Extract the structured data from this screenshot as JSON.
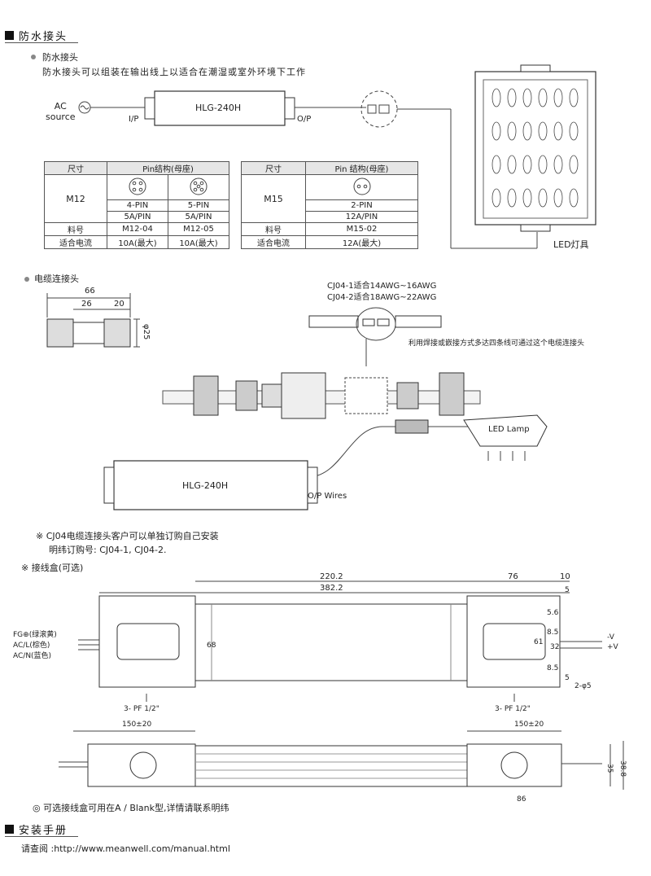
{
  "sections": {
    "waterproof_title": "防水接头",
    "install_title": "安装手册"
  },
  "waterproof": {
    "subtitle": "防水接头",
    "desc": "防水接头可以组装在输出线上以适合在潮湿或室外环境下工作",
    "ac_source_1": "AC",
    "ac_source_2": "source",
    "driver_label": "HLG-240H",
    "ip_label": "I/P",
    "op_label": "O/P",
    "led_fixture": "LED灯具"
  },
  "table_m12": {
    "col1": "尺寸",
    "col2": "Pin结构(母座)",
    "size": "M12",
    "pin4": "4-PIN",
    "pin5": "5-PIN",
    "cur4": "5A/PIN",
    "cur5": "5A/PIN",
    "part_label": "料号",
    "part4": "M12-04",
    "part5": "M12-05",
    "cur_label": "适合电流",
    "max4": "10A(最大)",
    "max5": "10A(最大)"
  },
  "table_m15": {
    "col1": "尺寸",
    "col2": "Pin 结构(母座)",
    "size": "M15",
    "pin2": "2-PIN",
    "cur2": "12A/PIN",
    "part_label": "料号",
    "part2": "M15-02",
    "cur_label": "适合电流",
    "max2": "12A(最大)"
  },
  "cable": {
    "subtitle": "电缆连接头",
    "dim_66": "66",
    "dim_26": "26",
    "dim_20": "20",
    "dim_25": "φ25",
    "cj04_1": "CJ04-1适合14AWG~16AWG",
    "cj04_2": "CJ04-2适合18AWG~22AWG",
    "note_right": "利用焊接或嵌接方式多达四条线可通过这个电缆连接头",
    "led_lamp": "LED Lamp",
    "driver_label": "HLG-240H",
    "op_wires": "O/P Wires",
    "note1": "※ CJ04电缆连接头客户可以单独订购自己安装",
    "note2": "明纬订购号: CJ04-1, CJ04-2."
  },
  "junction": {
    "title": "※ 接线盒(可选)",
    "d220": "220.2",
    "d382": "382.2",
    "d76": "76",
    "d10": "10",
    "d5": "5",
    "d56": "5.6",
    "d85a": "8.5",
    "d61": "61",
    "d32": "32",
    "d85b": "8.5",
    "d5b": "5",
    "d68": "68",
    "hole": "2-φ5",
    "fg": "FG⊕(绿滚黄)",
    "acl": "AC/L(棕色)",
    "acn": "AC/N(蓝色)",
    "v_neg": "-V",
    "v_pos": "+V",
    "pf_left": "3- PF 1/2\"",
    "pf_right": "3- PF 1/2\"",
    "d150l": "150±20",
    "d150r": "150±20",
    "d35": "35",
    "d388": "38.8",
    "d86": "86",
    "note": "◎ 可选接线盒可用在A / Blank型,详情请联系明纬"
  },
  "install": {
    "url": "请查阅 :http://www.meanwell.com/manual.html"
  }
}
